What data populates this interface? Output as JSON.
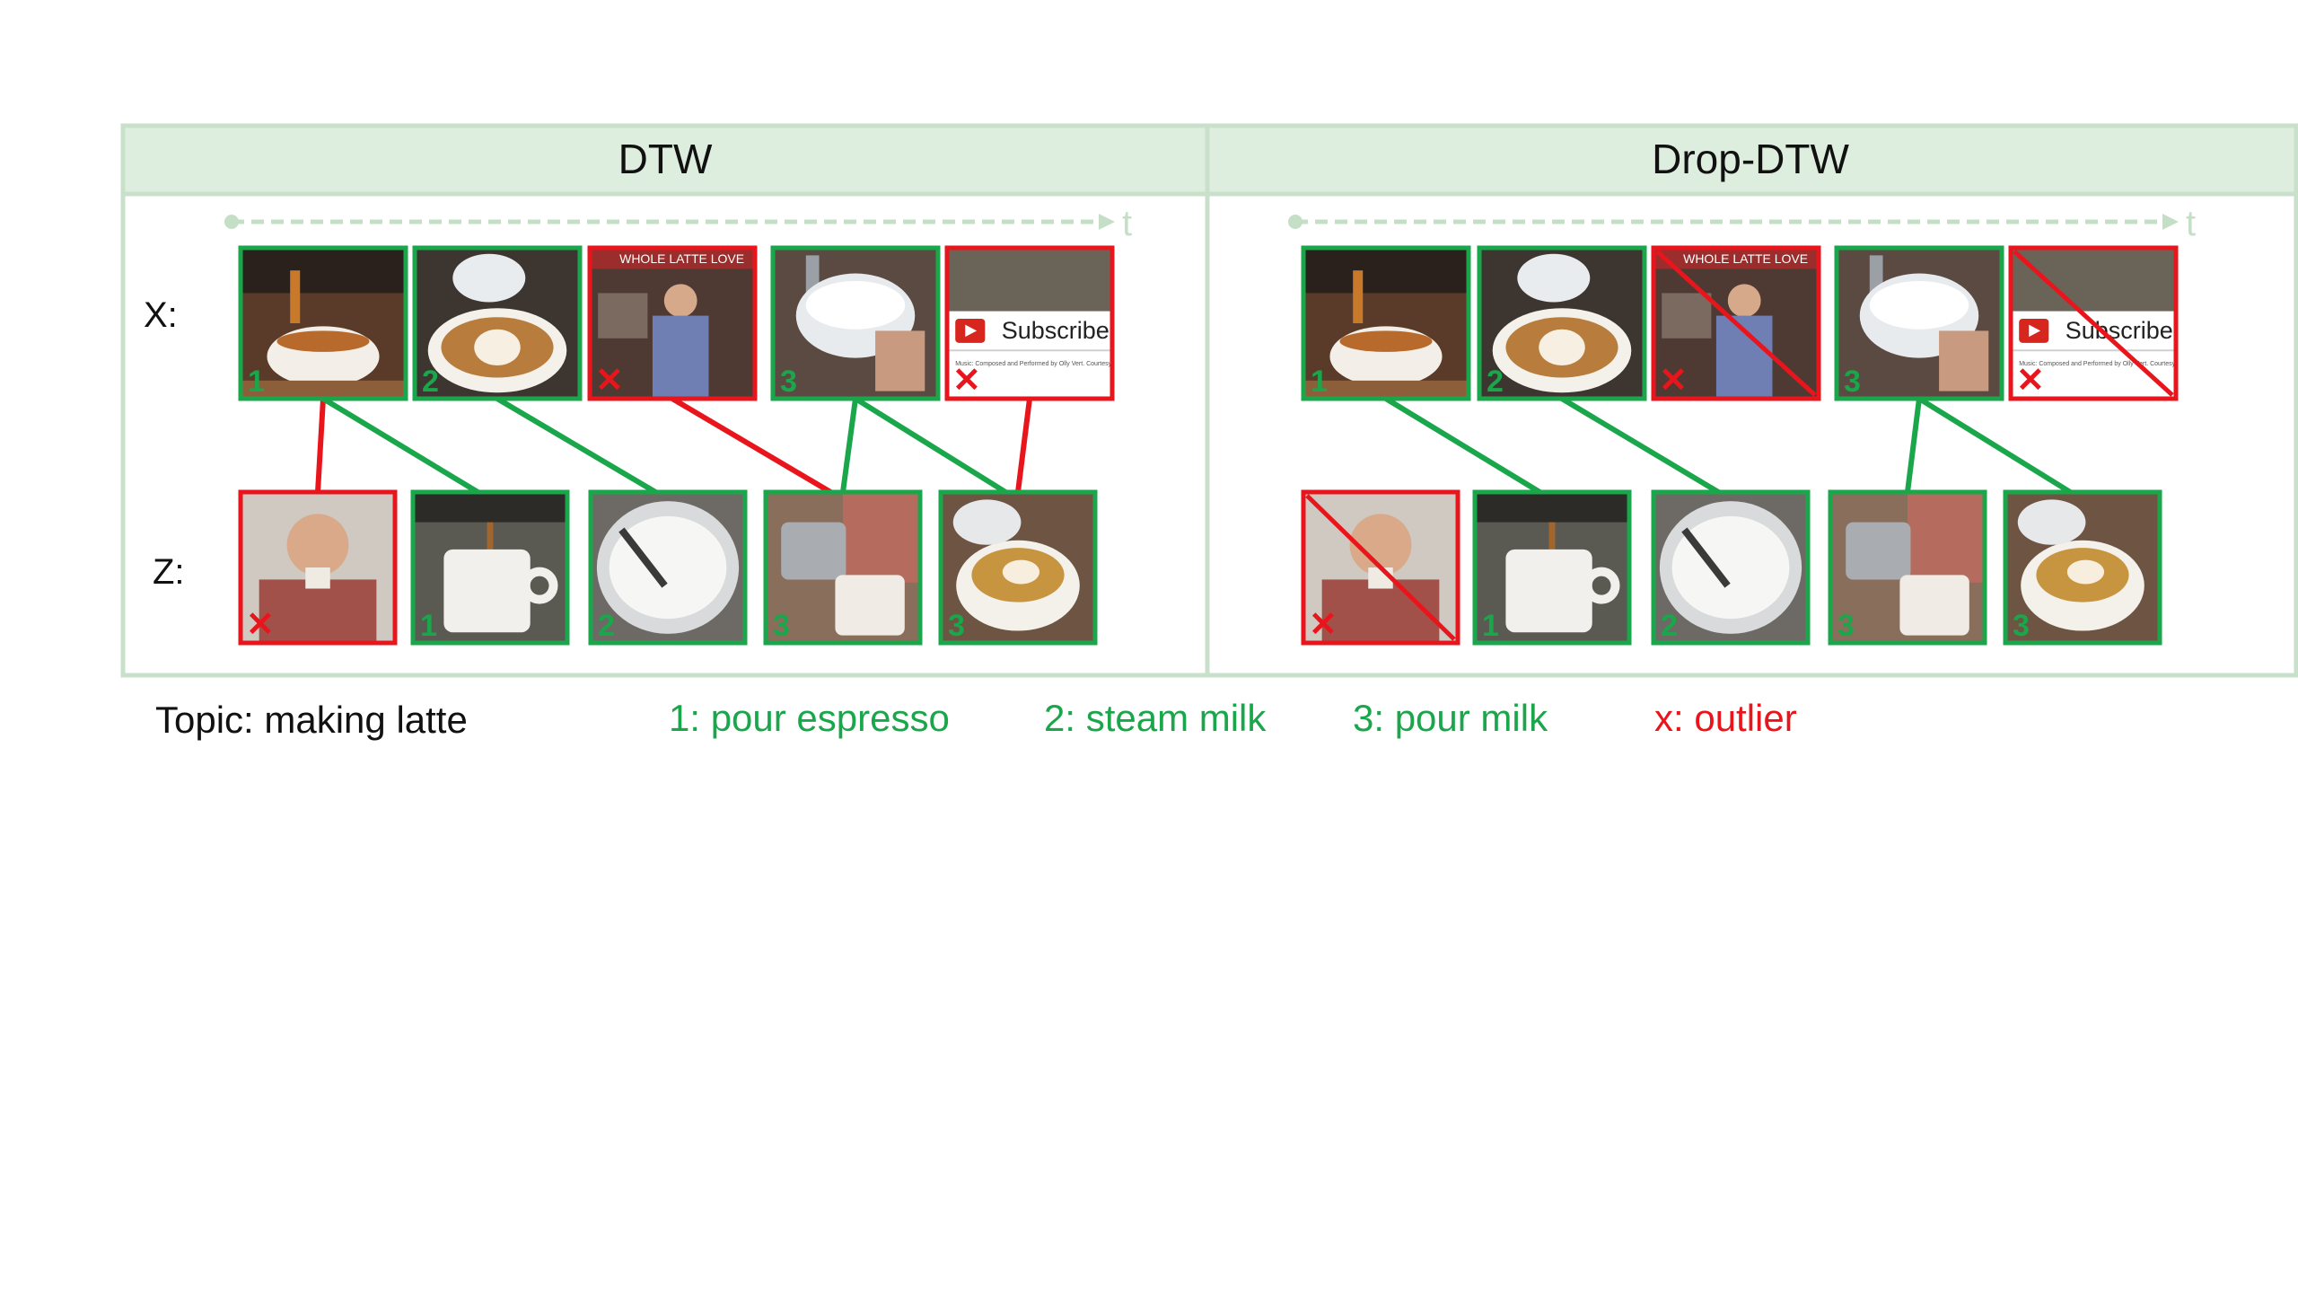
{
  "panels": [
    {
      "title": "DTW",
      "time_label": "t",
      "dropped_struck": false,
      "x_frames": [
        {
          "label": "1",
          "kind": "match",
          "scene": "espresso-pour"
        },
        {
          "label": "2",
          "kind": "match",
          "scene": "latte-art-pour"
        },
        {
          "label": "",
          "kind": "outlier",
          "scene": "presenter",
          "banner": "WHOLE LATTE LOVE"
        },
        {
          "label": "3",
          "kind": "match",
          "scene": "milk-pitcher"
        },
        {
          "label": "",
          "kind": "outlier",
          "scene": "subscribe",
          "button": "Subscribe",
          "caption": "Music: Composed and Performed by Olly Vert. Courtesy of Whole Latte Love."
        }
      ],
      "z_frames": [
        {
          "label": "",
          "kind": "outlier",
          "scene": "man-drinking"
        },
        {
          "label": "1",
          "kind": "match",
          "scene": "cup-under-machine"
        },
        {
          "label": "2",
          "kind": "match",
          "scene": "steaming-wand"
        },
        {
          "label": "3",
          "kind": "match",
          "scene": "pour-from-pitcher"
        },
        {
          "label": "3",
          "kind": "match",
          "scene": "latte-art-cup"
        }
      ],
      "links": [
        {
          "from": 0,
          "to": 0,
          "kind": "outlier"
        },
        {
          "from": 0,
          "to": 1,
          "kind": "match"
        },
        {
          "from": 1,
          "to": 2,
          "kind": "match"
        },
        {
          "from": 2,
          "to": 3,
          "kind": "outlier"
        },
        {
          "from": 3,
          "to": 3,
          "kind": "match"
        },
        {
          "from": 3,
          "to": 4,
          "kind": "match"
        },
        {
          "from": 4,
          "to": 4,
          "kind": "outlier"
        }
      ]
    },
    {
      "title": "Drop-DTW",
      "time_label": "t",
      "dropped_struck": true,
      "x_frames": [
        {
          "label": "1",
          "kind": "match",
          "scene": "espresso-pour"
        },
        {
          "label": "2",
          "kind": "match",
          "scene": "latte-art-pour"
        },
        {
          "label": "",
          "kind": "outlier",
          "scene": "presenter",
          "banner": "WHOLE LATTE LOVE"
        },
        {
          "label": "3",
          "kind": "match",
          "scene": "milk-pitcher"
        },
        {
          "label": "",
          "kind": "outlier",
          "scene": "subscribe",
          "button": "Subscribe",
          "caption": "Music: Composed and Performed by Olly Vert. Courtesy of Whole Latte Love."
        }
      ],
      "z_frames": [
        {
          "label": "",
          "kind": "outlier",
          "scene": "man-drinking"
        },
        {
          "label": "1",
          "kind": "match",
          "scene": "cup-under-machine"
        },
        {
          "label": "2",
          "kind": "match",
          "scene": "steaming-wand"
        },
        {
          "label": "3",
          "kind": "match",
          "scene": "pour-from-pitcher"
        },
        {
          "label": "3",
          "kind": "match",
          "scene": "latte-art-cup"
        }
      ],
      "links": [
        {
          "from": 0,
          "to": 1,
          "kind": "match"
        },
        {
          "from": 1,
          "to": 2,
          "kind": "match"
        },
        {
          "from": 3,
          "to": 3,
          "kind": "match"
        },
        {
          "from": 3,
          "to": 4,
          "kind": "match"
        }
      ]
    }
  ],
  "row_labels": {
    "x": "X:",
    "z": "Z:"
  },
  "outlier_mark": "✕",
  "legend": {
    "topic": "Topic: making latte",
    "items": [
      {
        "text": "1: pour espresso",
        "kind": "match"
      },
      {
        "text": "2: steam milk",
        "kind": "match"
      },
      {
        "text": "3: pour milk",
        "kind": "match"
      },
      {
        "text": "x: outlier",
        "kind": "outlier"
      }
    ]
  },
  "colors": {
    "match": "#1aa64a",
    "outlier": "#e8161c",
    "panel_border": "#c9e1cb",
    "header_fill": "#deeede",
    "timeline": "#c5dfc7",
    "text": "#111111"
  }
}
